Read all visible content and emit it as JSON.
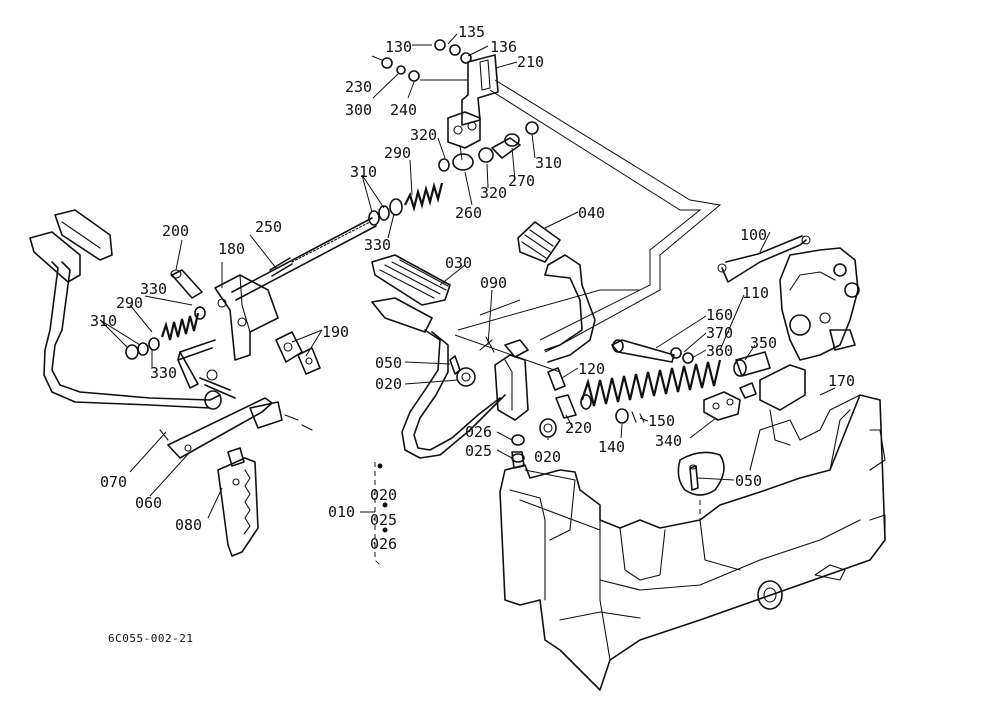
{
  "drawing_code": "6C055-002-21",
  "labels": {
    "l130": "130",
    "l135": "135",
    "l136": "136",
    "l210": "210",
    "l230": "230",
    "l300": "300",
    "l240": "240",
    "l320a": "320",
    "l320b": "320",
    "l310a": "310",
    "l270": "270",
    "l260": "260",
    "l290a": "290",
    "l310b": "310",
    "l330a": "330",
    "l200": "200",
    "l180": "180",
    "l250": "250",
    "l330b": "330",
    "l290b": "290",
    "l310c": "310",
    "l330c": "330",
    "l190": "190",
    "l040": "040",
    "l030": "030",
    "l090": "090",
    "l100": "100",
    "l110": "110",
    "l160": "160",
    "l370": "370",
    "l360": "360",
    "l350": "350",
    "l050a": "050",
    "l020a": "020",
    "l120": "120",
    "l170": "170",
    "l026a": "026",
    "l025a": "025",
    "l020b": "020",
    "l220": "220",
    "l140": "140",
    "l150": "150",
    "l340": "340",
    "l050b": "050",
    "l070": "070",
    "l060": "060",
    "l080": "080",
    "l010": "010",
    "l020c": "020",
    "l025b": "025",
    "l026b": "026"
  }
}
